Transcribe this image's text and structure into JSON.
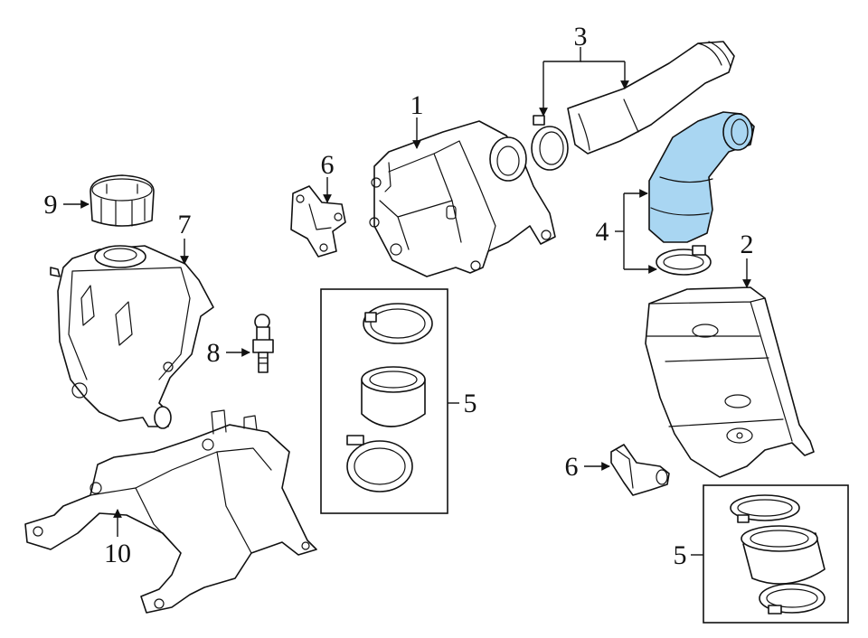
{
  "callouts": {
    "c1": "1",
    "c2": "2",
    "c3": "3",
    "c4": "4",
    "c5a": "5",
    "c5b": "5",
    "c6a": "6",
    "c6b": "6",
    "c7": "7",
    "c8": "8",
    "c9": "9",
    "c10": "10"
  },
  "colors": {
    "highlight": "#a9d6f2",
    "line": "#111111"
  }
}
